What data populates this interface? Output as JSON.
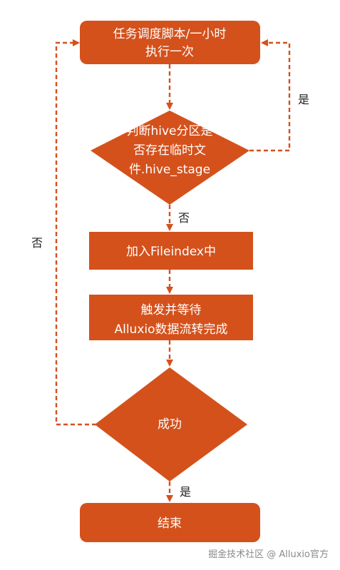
{
  "colors": {
    "accent": "#d4511c",
    "text_on_accent": "#ffffff",
    "label": "#222222"
  },
  "nodes": {
    "task": {
      "line1": "任务调度脚本/一小时",
      "line2": "执行一次"
    },
    "check_partition": {
      "line1": "判断hive分区是",
      "line2": "否存在临时文",
      "line3": "件.hive_stage"
    },
    "add_index": {
      "label": "加入Fileindex中"
    },
    "trigger_transfer": {
      "line1": "触发并等待",
      "line2": "Alluxio数据流转完成"
    },
    "success_check": {
      "label": "成功"
    },
    "end": {
      "label": "结束"
    }
  },
  "edge_labels": {
    "yes_loop": "是",
    "no_down": "否",
    "no_loop": "否",
    "yes_end": "是"
  },
  "watermark": "掘金技术社区 @ Alluxio官方"
}
